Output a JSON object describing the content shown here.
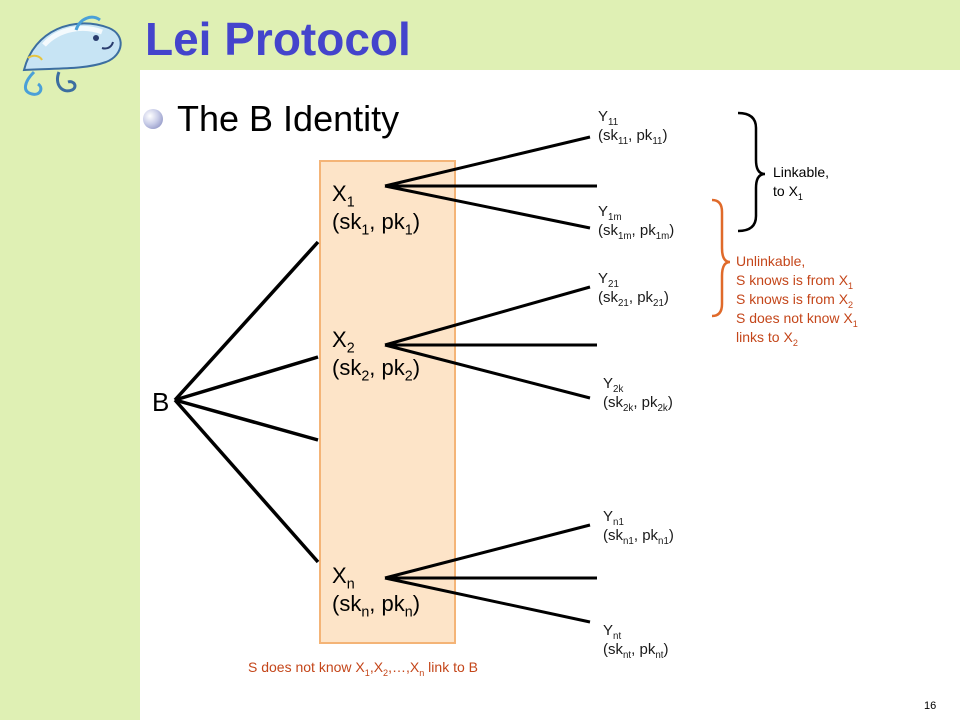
{
  "slide": {
    "title": "Lei Protocol",
    "bullet": "The B Identity",
    "page_number": "16"
  },
  "root": {
    "label": "B"
  },
  "identities": [
    {
      "name": "X",
      "name_sub": "1",
      "keys": {
        "sk": "sk",
        "sk_sub": "1",
        "pk": "pk",
        "pk_sub": "1"
      }
    },
    {
      "name": "X",
      "name_sub": "2",
      "keys": {
        "sk": "sk",
        "sk_sub": "2",
        "pk": "pk",
        "pk_sub": "2"
      }
    },
    {
      "name": "X",
      "name_sub": "n",
      "keys": {
        "sk": "sk",
        "sk_sub": "n",
        "pk": "pk",
        "pk_sub": "n"
      }
    }
  ],
  "pseudonyms": [
    {
      "name": "Y",
      "sub": "11"
    },
    {
      "name": "Y",
      "sub": "1m"
    },
    {
      "name": "Y",
      "sub": "21"
    },
    {
      "name": "Y",
      "sub": "2k"
    },
    {
      "name": "Y",
      "sub": "n1"
    },
    {
      "name": "Y",
      "sub": "nt"
    }
  ],
  "annotations": {
    "linkable_line1": "Linkable,",
    "linkable_line2_prefix": "to X",
    "linkable_line2_sub": "1",
    "unlinkable_line1": "Unlinkable,",
    "knows1_prefix": "S knows is from X",
    "knows1_sub": "1",
    "knows2_prefix": "S knows is from X",
    "knows2_sub": "2",
    "not_know_prefix": "S does not know X",
    "not_know_sub": "1",
    "links_prefix": "links to X",
    "links_sub": "2"
  },
  "footer": {
    "prefix": "S does not know X",
    "x1_sub": "1",
    "x2": "X",
    "x2_sub": "2",
    "ellipsis": "…,X",
    "xn_sub": "n",
    "suffix": " link to B"
  },
  "colors": {
    "band": "#dff0b4",
    "title": "#4444cc",
    "box_fill": "#fde4c8",
    "box_border": "#f4b477",
    "brace_orange": "#e06a2a",
    "note_red": "#c4461a"
  }
}
